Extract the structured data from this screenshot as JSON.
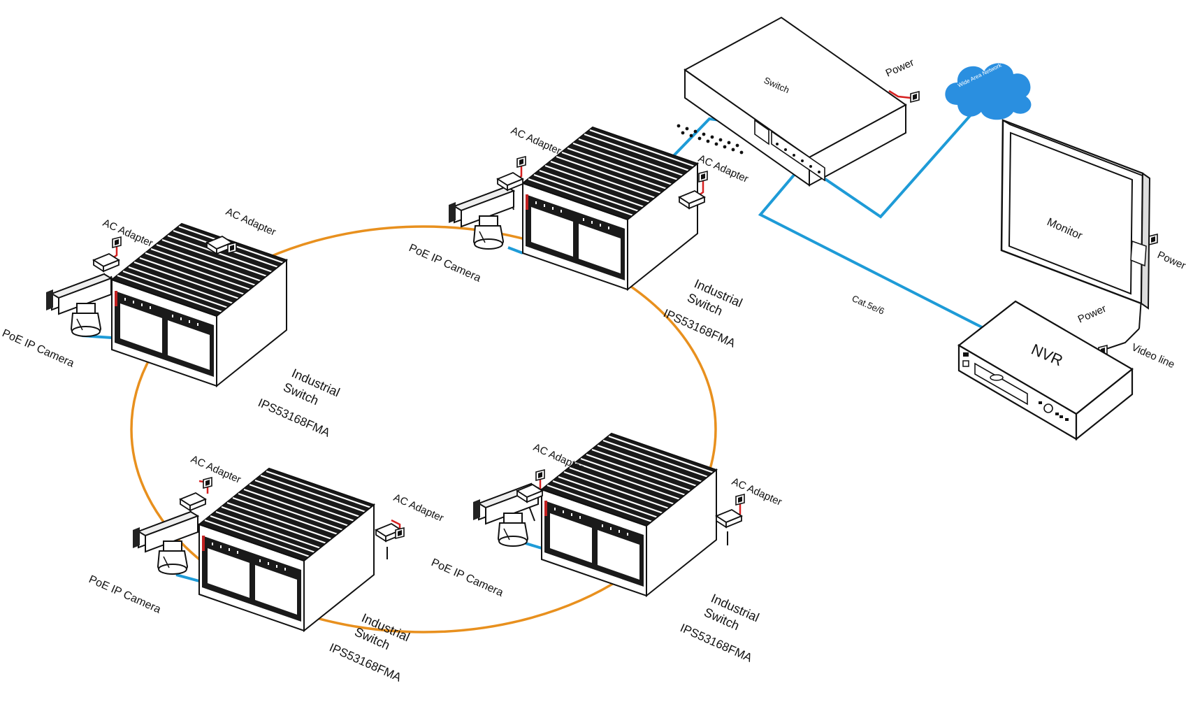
{
  "labels": {
    "ac_adapter": "AC Adapter",
    "poe_camera": "PoE IP Camera",
    "industrial": "Industrial",
    "switch_word": "Switch",
    "model": "IPS53168FMA",
    "core_switch": "Switch",
    "power": "Power",
    "wan": "Wide Area Network",
    "monitor": "Monitor",
    "nvr": "NVR",
    "video_line": "Video line",
    "cable": "Cat.5e/6"
  },
  "colors": {
    "ring": "#E8901E",
    "ethernet": "#1E9BD7",
    "power_cord": "#D62020",
    "cloud": "#2A8FE0",
    "ink": "#111111"
  },
  "nodes": [
    {
      "id": "switch-top-left"
    },
    {
      "id": "switch-top-center"
    },
    {
      "id": "switch-bottom-left"
    },
    {
      "id": "switch-bottom-right"
    }
  ]
}
